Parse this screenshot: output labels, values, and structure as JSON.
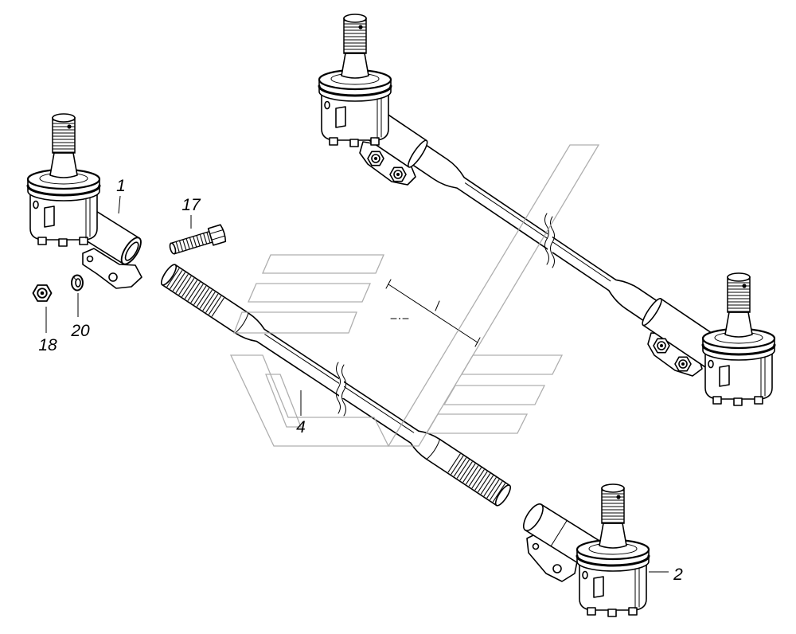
{
  "callouts": {
    "part_1": "1",
    "part_2": "2",
    "part_4": "4",
    "part_17": "17",
    "part_18": "18",
    "part_20": "20"
  },
  "colors": {
    "line": "#000000",
    "watermark": "#a6a6a6",
    "background": "#ffffff"
  }
}
